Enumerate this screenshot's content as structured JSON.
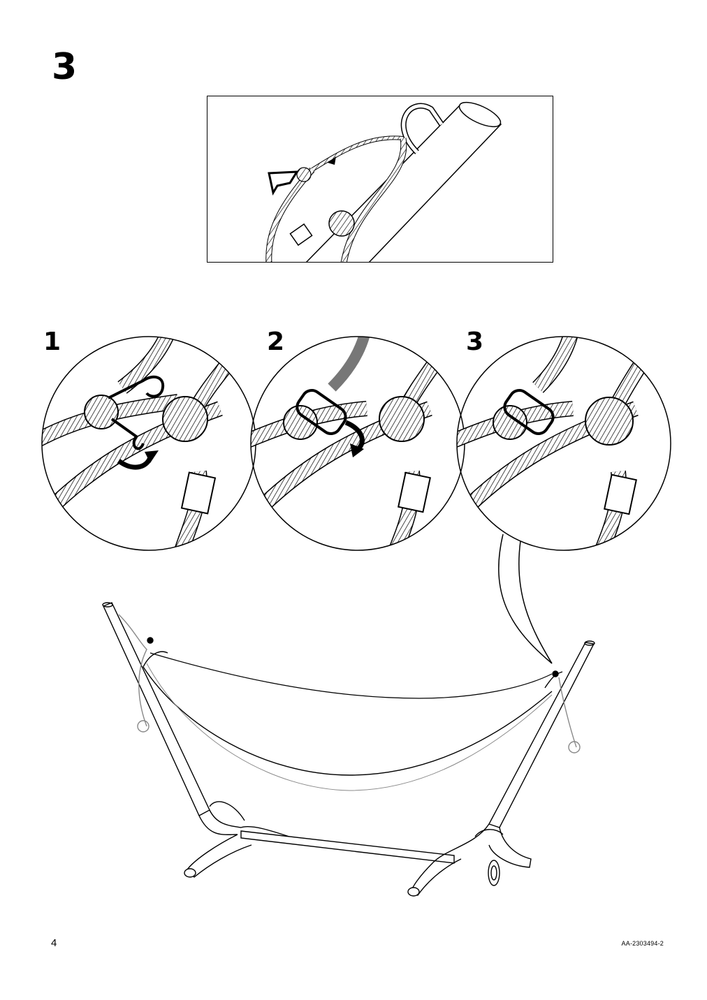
{
  "step": {
    "number": "3"
  },
  "substeps": [
    {
      "number": "1",
      "icon": "hook-open-icon"
    },
    {
      "number": "2",
      "icon": "hook-rotate-icon"
    },
    {
      "number": "3",
      "icon": "hook-closed-icon"
    }
  ],
  "footer": {
    "page_number": "4",
    "doc_code": "AA-2303494-2"
  }
}
